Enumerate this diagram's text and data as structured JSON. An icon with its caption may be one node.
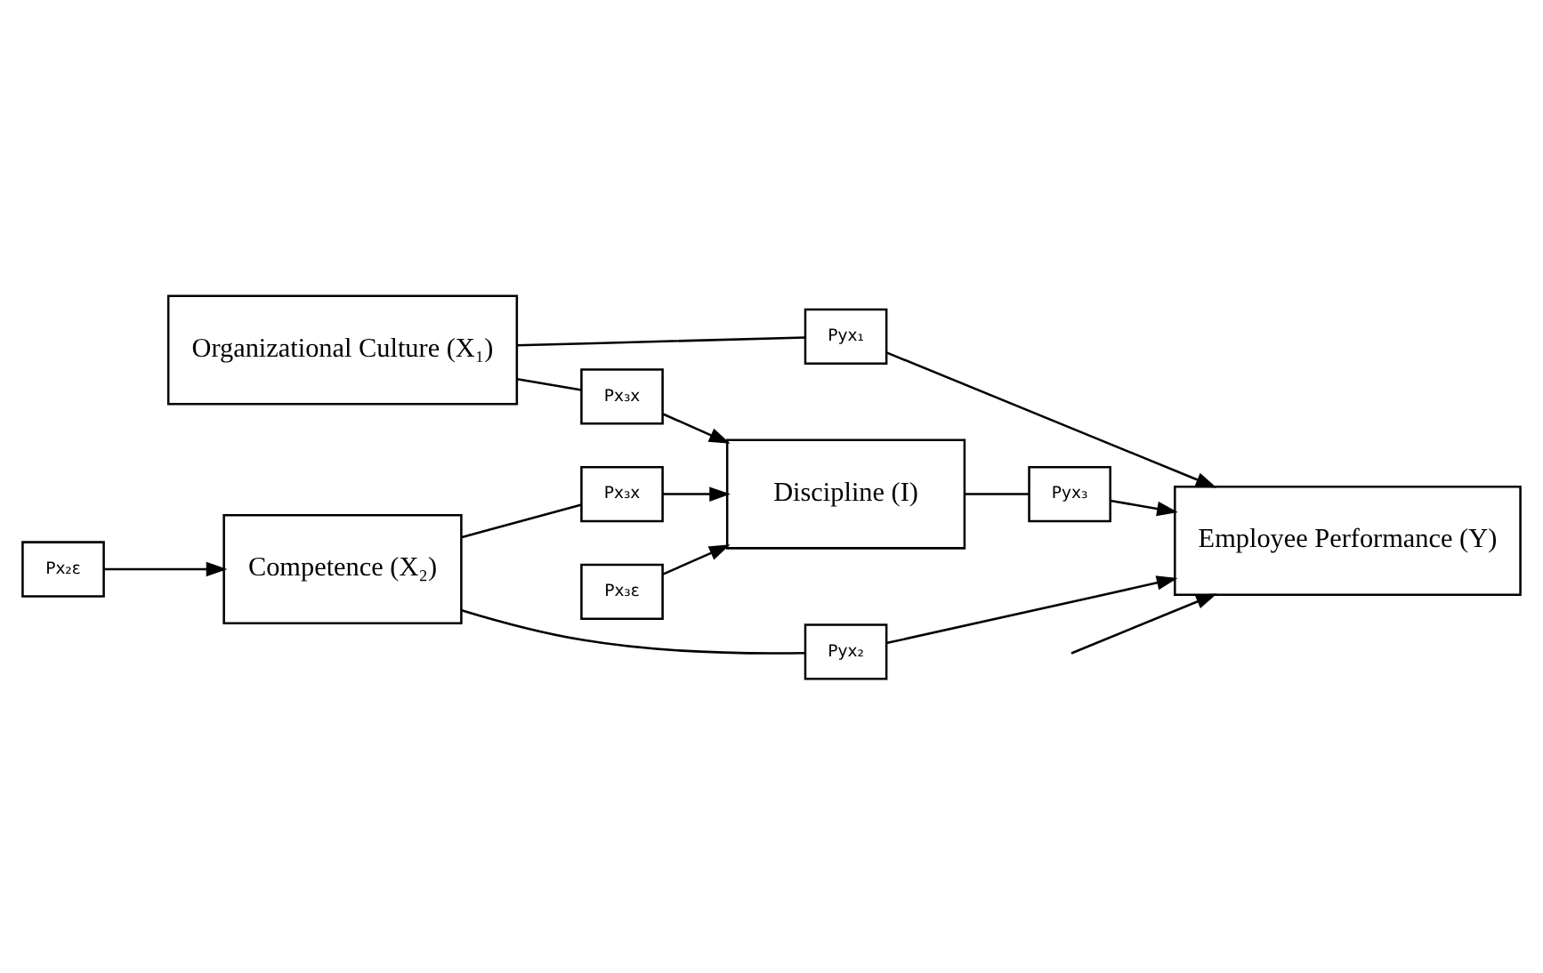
{
  "diagram": {
    "nodes": [
      {
        "text": [
          "Organizational Culture (X₁)"
        ]
      },
      {
        "text": [
          "Pyx₁"
        ]
      },
      {
        "text": [
          "Px₃x"
        ]
      },
      {
        "text": [
          "Discipline (I)"
        ]
      },
      {
        "text": [
          "Employee Performance (Y)"
        ]
      },
      {
        "text": [
          "Pyx₃"
        ]
      },
      {
        "text": [
          "Px₃x"
        ]
      },
      {
        "text": [
          "Px₃ε"
        ]
      },
      {
        "text": [
          "Competence (X₂)"
        ]
      },
      {
        "text": [
          "Pyx₂"
        ]
      },
      {
        "text": [
          "Px₂ε"
        ]
      }
    ],
    "edges": [
      {
        "from": 0,
        "to": 1,
        "arrow": "none"
      },
      {
        "from": 1,
        "to": 4,
        "arrow": "to"
      },
      {
        "from": null,
        "to": 4,
        "arrow": "to"
      },
      {
        "from": 0,
        "to": 2,
        "arrow": "none"
      },
      {
        "from": 2,
        "to": 3,
        "arrow": "to"
      },
      {
        "from": 3,
        "to": 5,
        "arrow": "none"
      },
      {
        "from": 5,
        "to": 4,
        "arrow": "to"
      },
      {
        "from": 8,
        "to": 6,
        "arrow": "none"
      },
      {
        "from": 6,
        "to": 3,
        "arrow": "to"
      },
      {
        "from": 7,
        "to": 3,
        "arrow": "to"
      },
      {
        "from": 8,
        "to": 9,
        "arrow": "none"
      },
      {
        "from": 9,
        "to": 4,
        "arrow": "to"
      },
      {
        "from": 10,
        "to": 8,
        "arrow": "to"
      }
    ]
  }
}
